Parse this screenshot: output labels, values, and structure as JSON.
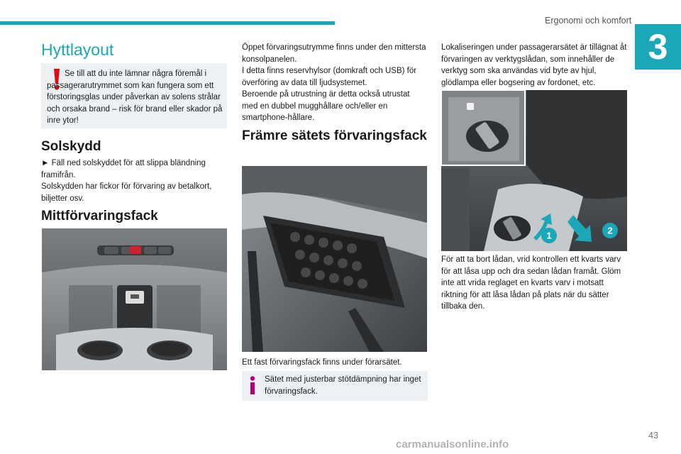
{
  "header": {
    "section_title": "Ergonomi och komfort",
    "chapter_number": "3"
  },
  "col1": {
    "heading": "Hyttlayout",
    "warning": "Se till att du inte lämnar några föremål i passagerarutrymmet som kan fungera som ett förstoringsglas under påverkan av solens strålar och orsaka brand – risk för brand eller skador på inre ytor!",
    "solskydd_heading": "Solskydd",
    "solskydd_text_1": "► Fäll ned solskyddet för att slippa bländning framifrån.",
    "solskydd_text_2": "Solskydden har fickor för förvaring av betalkort, biljetter osv.",
    "mitt_heading": "Mittförvaringsfack"
  },
  "col2": {
    "intro_1": "Öppet förvaringsutrymme finns under den mittersta konsolpanelen.",
    "intro_2": "I detta finns reservhylsor (domkraft och USB) för överföring av data till ljudsystemet.",
    "intro_3": "Beroende på utrustning är detta också utrustat med en dubbel mugghållare och/eller en smartphone-hållare.",
    "heading": "Främre sätets förvaringsfack",
    "caption": "Ett fast förvaringsfack finns under förarsätet.",
    "info": "Sätet med justerbar stötdämpning har inget förvaringsfack."
  },
  "col3": {
    "intro": "Lokaliseringen under passagerarsätet är tillägnat åt förvaringen av verktygslådan, som innehåller de verktyg som ska användas vid byte av hjul, glödlampa eller bogsering av fordonet, etc.",
    "callout_1": "1",
    "callout_2": "2",
    "text": "För att ta bort lådan, vrid kontrollen ett kvarts varv för att låsa upp och dra sedan lådan framåt. Glöm inte att vrida reglaget en kvarts varv i motsatt riktning för att låsa lådan på plats när du sätter tillbaka den."
  },
  "footer": {
    "page_number": "43",
    "watermark": "carmanualsonline.info"
  },
  "colors": {
    "accent": "#1aa7b8",
    "warning": "#e30613",
    "info": "#b5007a",
    "box_bg": "#eef1f3"
  }
}
